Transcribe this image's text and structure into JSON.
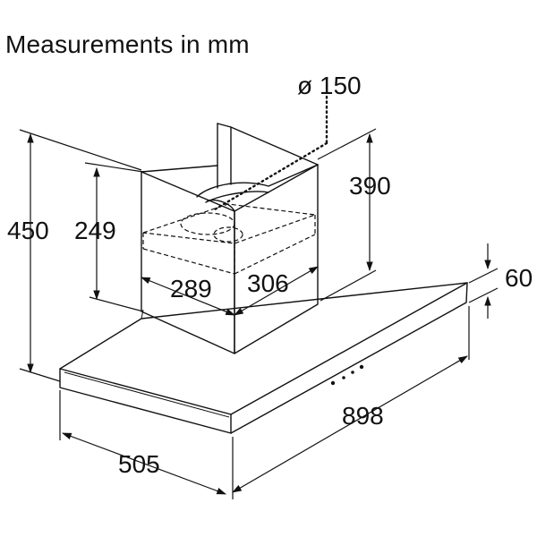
{
  "title": "Measurements in mm",
  "dimensions": {
    "duct_diameter": "ø 150",
    "upper_chimney_height": "390",
    "total_height": "450",
    "inner_chimney_height": "249",
    "chimney_width": "289",
    "chimney_depth": "306",
    "canopy_thickness": "60",
    "canopy_width": "898",
    "canopy_depth": "505"
  }
}
